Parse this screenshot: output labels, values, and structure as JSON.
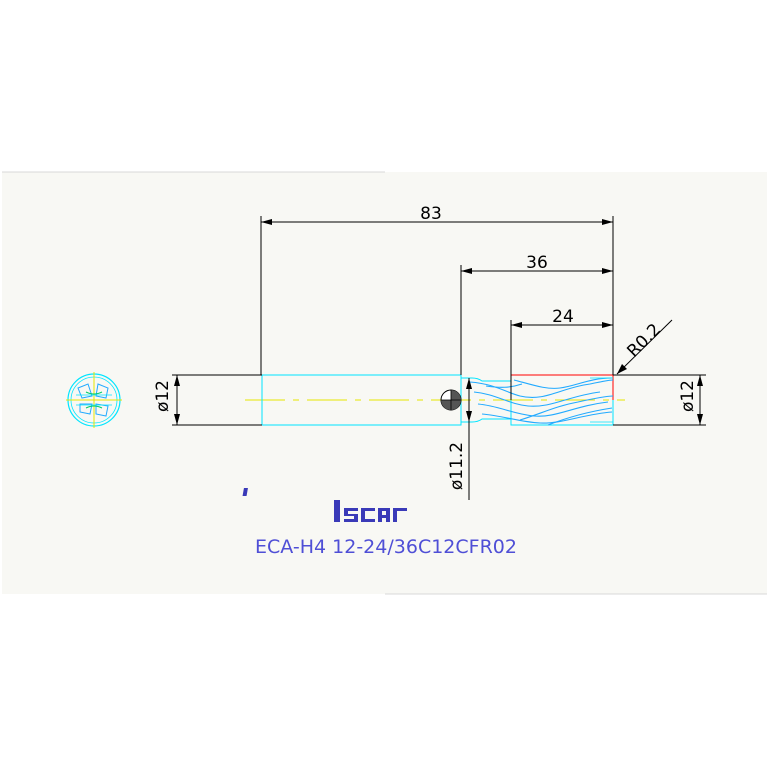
{
  "dimensions": {
    "overall_length": "83",
    "flute_length": "36",
    "cutting_length": "24",
    "corner_radius": "R0.2",
    "shank_diameter": "ø12",
    "neck_diameter": "ø11.2",
    "cutting_diameter": "ø12"
  },
  "brand": {
    "logo_text": "iscar"
  },
  "title": {
    "designation": "ECA-H4 12-24/36C12CFR02"
  },
  "colors": {
    "background": "#ffffff",
    "sheet": "#f8f8f4",
    "dimension_lines": "#000000",
    "tool_outline": "#00e5ff",
    "centerline": "#e6e600",
    "flute_helix": "#22aaff",
    "cutting_edge": "#ff0000",
    "text_blue": "#4f4fd6",
    "logo": "#3a3ab8"
  }
}
